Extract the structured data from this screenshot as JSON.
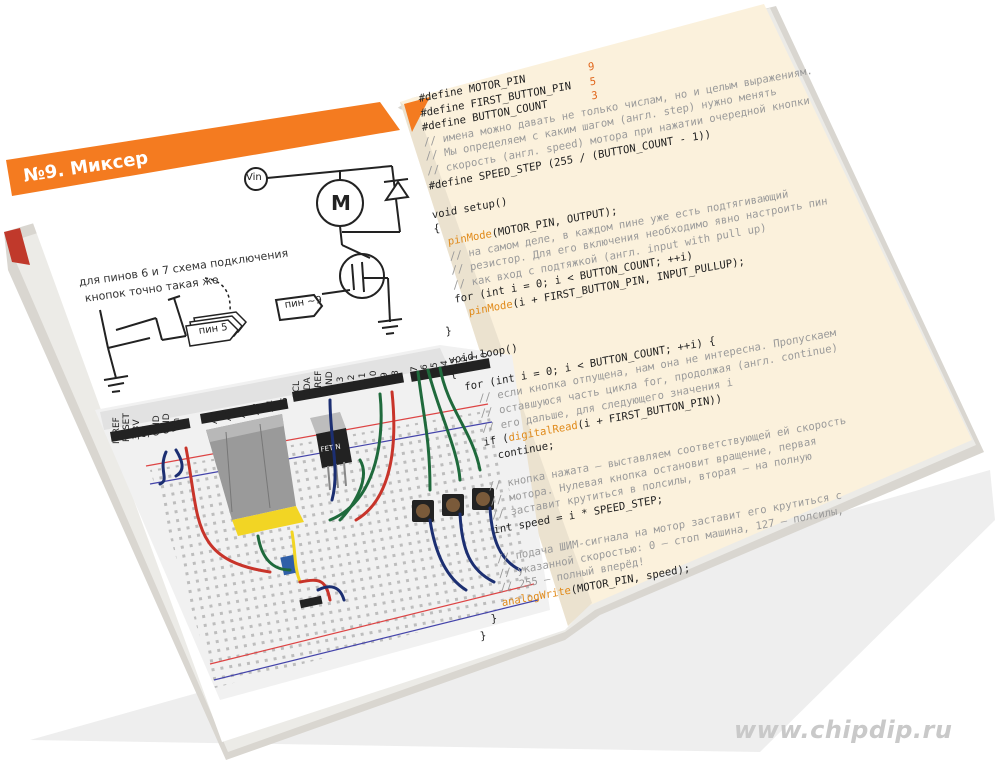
{
  "left_page": {
    "title": "№9. Миксер",
    "note_line1": "для пинов 6 и 7 схема подключения",
    "note_line2": "кнопок точно такая же",
    "pin5_label": "пин 5",
    "pin9_label": "пин ~9",
    "vin_label": "Vin",
    "motor_label": "M",
    "header_left_labels": [
      "IOREF",
      "RESET",
      "3.3V",
      "5V",
      "GND",
      "GND",
      "Vin"
    ],
    "header_analog_labels": [
      "A0",
      "A1",
      "A2",
      "A3",
      "A4",
      "A5"
    ],
    "header_top_left_labels": [
      "SCL",
      "SDA",
      "AREF",
      "GND",
      "13",
      "12",
      "11",
      "10",
      "9",
      "8"
    ],
    "header_top_right_labels": [
      "7",
      "6",
      "5",
      "4",
      "3",
      "2",
      "1",
      "0"
    ],
    "fet_label": "FET N"
  },
  "right_page": {
    "code_lines": [
      "#define MOTOR_PIN          9",
      "#define FIRST_BUTTON_PIN   5",
      "#define BUTTON_COUNT       3",
      "// имена можно давать не только числам, но и целым выражениям.",
      "// Мы определяем с каким шагом (англ. step) нужно менять",
      "// скорость (англ. speed) мотора при нажатии очередной кнопки",
      "#define SPEED_STEP (255 / (BUTTON_COUNT - 1))",
      "",
      "void setup()",
      "{",
      "  pinMode(MOTOR_PIN, OUTPUT);",
      "  // на самом деле, в каждом пине уже есть подтягивающий",
      "  // резистор. Для его включения необходимо явно настроить пин",
      "  // как вход с подтяжкой (англ. input with pull up)",
      "  for (int i = 0; i < BUTTON_COUNT; ++i)",
      "    pinMode(i + FIRST_BUTTON_PIN, INPUT_PULLUP);",
      "}",
      "",
      "void loop()",
      "{",
      "  for (int i = 0; i < BUTTON_COUNT; ++i) {",
      "    // если кнопка отпущена, нам она не интересна. Пропускаем",
      "    // оставшуюся часть цикла for, продолжая (англ. continue)",
      "    // его дальше, для следующего значения i",
      "    if (digitalRead(i + FIRST_BUTTON_PIN))",
      "      continue;",
      "",
      "    // кнопка нажата — выставляем соответствующей ей скорость",
      "    // мотора. Нулевая кнопка остановит вращение, первая",
      "    // заставит крутиться в полсилы, вторая — на полную",
      "    int speed = i * SPEED_STEP;",
      "",
      "    // подача ШИМ-сигнала на мотор заставит его крутиться с",
      "    // указанной скоростью: 0 — стоп машина, 127 — полсилы,",
      "    // 255 — полный вперёд!",
      "    analogWrite(MOTOR_PIN, speed);",
      "  }",
      "}"
    ]
  },
  "watermark": "www.chipdip.ru",
  "colors": {
    "orange": "#f47b20",
    "page_right": "#fbf1dc",
    "page_left": "#ffffff",
    "cover": "#e8e6e1",
    "breadboard": "#efefef",
    "wire_red": "#c8342a",
    "wire_blue": "#1c2f72",
    "wire_green": "#1f6a3c",
    "motor_gray": "#9a9a9a",
    "motor_yellow": "#f2d524"
  }
}
